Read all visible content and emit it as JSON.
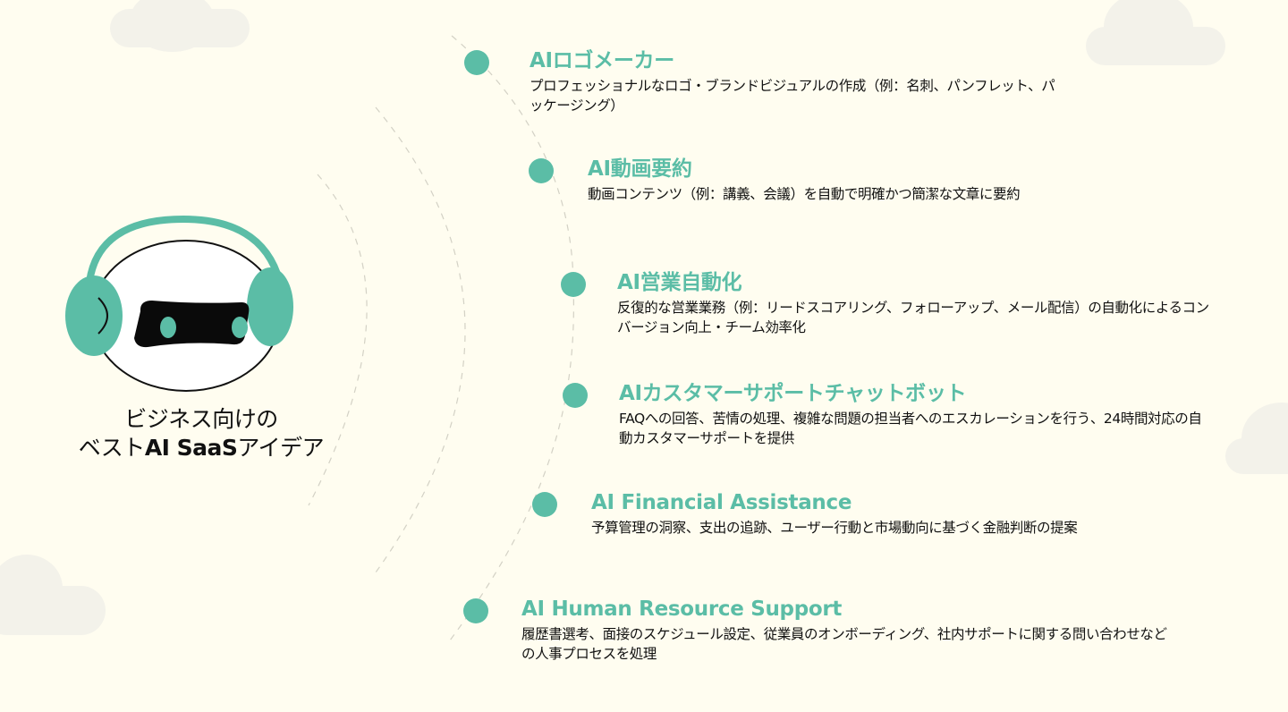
{
  "colors": {
    "background": "#fffdf0",
    "accent": "#5bbda6",
    "cloud": "#f3f2ea",
    "text": "#111111",
    "arc": "#d6d4c8"
  },
  "hero": {
    "icon": "robot-headphones-icon",
    "caption_line1": "ビジネス向けの",
    "caption_line2_prefix": "ベスト",
    "caption_line2_bold": "AI SaaS",
    "caption_line2_suffix": "アイデア"
  },
  "items": [
    {
      "title": "AIロゴメーカー",
      "description": "プロフェッショナルなロゴ・ブランドビジュアルの作成（例：名刺、パンフレット、パッケージング）"
    },
    {
      "title": "AI動画要約",
      "description": "動画コンテンツ（例：講義、会議）を自動で明確かつ簡潔な文章に要約"
    },
    {
      "title": "AI営業自動化",
      "description": "反復的な営業業務（例：リードスコアリング、フォローアップ、メール配信）の自動化によるコンバージョン向上・チーム効率化"
    },
    {
      "title": "AIカスタマーサポートチャットボット",
      "description": "FAQへの回答、苦情の処理、複雑な問題の担当者へのエスカレーションを行う、24時間対応の自動カスタマーサポートを提供"
    },
    {
      "title": "AI Financial Assistance",
      "description": "予算管理の洞察、支出の追跡、ユーザー行動と市場動向に基づく金融判断の提案"
    },
    {
      "title": "AI Human Resource Support",
      "description": "履歴書選考、面接のスケジュール設定、従業員のオンボーディング、社内サポートに関する問い合わせなどの人事プロセスを処理"
    }
  ]
}
